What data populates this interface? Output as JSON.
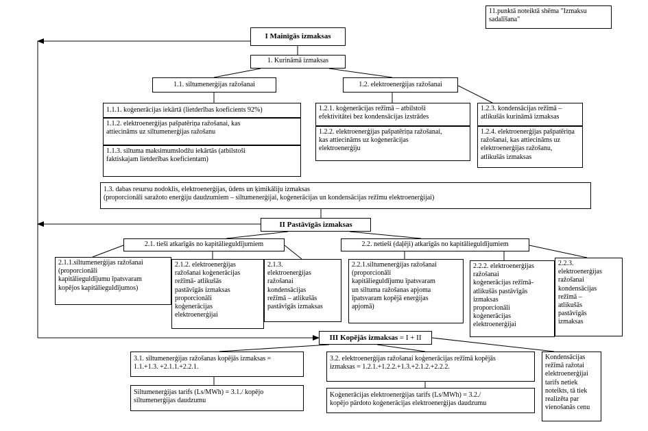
{
  "note": "11.punktā noteiktā shēma \"Izmaksu sadalīšana\"",
  "variable_costs": {
    "title": "I Mainīgās izmaksas",
    "fuel": "1. Kurināmā izmaksas",
    "heat_production": "1.1. siltumenerģijas ražošanai",
    "electricity_production": "1.2. elektroenerģijas ražošanai",
    "item_1_1_1": "1.1.1. koģenerācijas iekārtā (lietderības koeficients 92%)",
    "item_1_1_2": "1.1.2. elektroenerģijas pašpatēriņa ražošanai, kas\nattiecināms uz siltumenerģijas ražošanu",
    "item_1_1_3": "1.1.3. siltuma maksimumslodžu iekārtās (atbilstoši\nfaktiskajam lietderības koeficientam)",
    "item_1_2_1": "1.2.1. koģenerācijas režīmā – atbilstoši\nefektivitātei bez kondensācijas izstrādes",
    "item_1_2_2": "1.2.2. elektroenerģijas pašpatēriņa ražošanai,\nkas attiecināms uz koģenerācijas\nelektroenerģiju",
    "item_1_2_3": "1.2.3. kondensācijas režīmā –\natlikušās kurināmā izmaksas",
    "item_1_2_4": "1.2.4. elektroenerģijas pašpatēriņa\nražošanai, kas attiecināms uz\nelektroenerģijas ražošanu,\natlikušās izmaksas",
    "item_1_3": "1.3. dabas resursu nodoklis, elektroenerģijas, ūdens un ķimikāliju izmaksas\n                    (proporcionāli saražoto enerģiju daudzumiem – siltumenerģijai, koģenerācijas un kondensācijas režīmu elektroenerģijai)"
  },
  "fixed_costs": {
    "title": "II Pastāvīgās izmaksas",
    "direct": "2.1. tieši atkarīgās no kapitālieguldījumiem",
    "indirect": "2.2. netieši (daļēji) atkarīgās no kapitālieguldījumiem",
    "item_2_1_1": "2.1.1.siltumenerģijas ražošanai\n(proporcionāli\nkapitālieguldījumu īpatsvaram\nkopējos kapitālieguldījumos)",
    "item_2_1_2": "2.1.2. elektroenerģijas\nražošanai koģenerācijas\nrežīmā- atlikušās\npastāvīgās izmaksas\nproporcionāli\nkoģenerācijas\nelektroenerģijai",
    "item_2_1_3": "2.1.3.\nelektroenerģijas\nražošanai\nkondensācijas\nrežīmā – atlikušās\npastāvīgās izmaksas",
    "item_2_2_1": "2.2.1.siltumenerģijas ražošanai\n(proporcionāli\nkapitālieguldījumu īpatsvaram\nun siltuma ražošanas apjoma\nīpatsvaram kopējā enerģijas\napjomā)",
    "item_2_2_2": "2.2.2. elektroenerģijas\nražošanai\nkoģenerācijas režīmā-\natlikušās pastāvīgās\nizmaksas\nproporcionāli\nkoģenerācijas\nelektroenerģijai",
    "item_2_2_3": "2.2.3.\nelektroenerģijas\nražošanai\nkondensācijas\nrežīmā –\natlikušās\npastāvīgās\nizmaksas"
  },
  "total_costs": {
    "title": "III Kopējās izmaksas",
    "formula": " = I + II",
    "item_3_1": "3.1. siltumenerģijas ražošanas kopējās izmaksas =\n1.1.+1.3. +2.1.1.+2.2.1.",
    "item_3_2": "3.2. elektroenerģijas ražošanai koģenerācijas režīmā kopējās\nizmaksas = 1.2.1.+1.2.2.+1.3.+2.1.2.+2.2.2.",
    "heat_tariff": "Siltumenerģijas tarifs (Ls/MWh) = 3.1./ kopējo\nsiltumenerģijas daudzumu",
    "cogen_tariff": "Koģenerācijas elektroenerģijas tarifs (Ls/MWh) = 3.2./\nkopējo pārdoto koģenerācijas elektroenerģijas daudzumu",
    "condensation_note": "Kondensācijas\nrežīmā ražotai\nelektroenerģijai\ntarifs netiek\nnoteikts, tā tiek\nrealizēta par\nvienošanās cenu"
  }
}
